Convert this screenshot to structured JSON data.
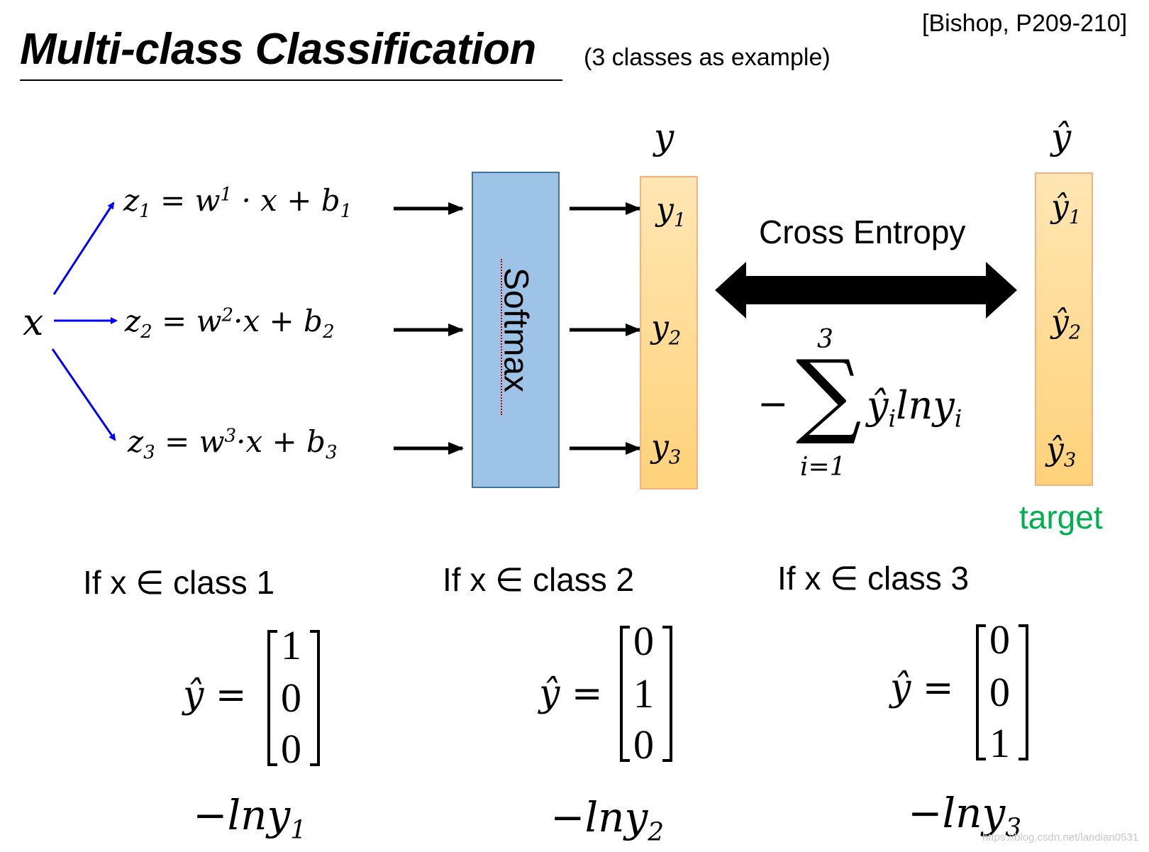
{
  "title": "Multi-class Classification",
  "subtitle": "(3 classes as example)",
  "reference": "[Bishop, P209-210]",
  "input_label": "x",
  "equations": [
    {
      "z": "z",
      "zi": "1",
      "eq": " = w",
      "wsup": "1",
      "rest": " · x + b",
      "bi": "1"
    },
    {
      "z": "z",
      "zi": "2",
      "eq": " = w",
      "wsup": "2",
      "rest": "·x + b",
      "bi": "2"
    },
    {
      "z": "z",
      "zi": "3",
      "eq": " = w",
      "wsup": "3",
      "rest": "·x + b",
      "bi": "3"
    }
  ],
  "softmax_label": "Softmax",
  "output_head": "y",
  "outputs": [
    {
      "base": "y",
      "sub": "1"
    },
    {
      "base": "y",
      "sub": "2"
    },
    {
      "base": "y",
      "sub": "3"
    }
  ],
  "target_head": "ŷ",
  "targets": [
    {
      "base": "ŷ",
      "sub": "1"
    },
    {
      "base": "ŷ",
      "sub": "2"
    },
    {
      "base": "ŷ",
      "sub": "3"
    }
  ],
  "cross_entropy_label": "Cross Entropy",
  "target_label": "target",
  "formula": {
    "minus": "−",
    "sigma": "∑",
    "upper": "3",
    "lower": "i=1",
    "body_base": "ŷ",
    "body_sub": "i",
    "body_mid": "lny",
    "body_sub2": "i"
  },
  "cases": [
    {
      "label": "If x ∈ class 1",
      "vec_lhs": "ŷ =",
      "vector": [
        "1",
        "0",
        "0"
      ],
      "loss_base": "−lny",
      "loss_sub": "1"
    },
    {
      "label": "If x ∈ class 2",
      "vec_lhs": "ŷ =",
      "vector": [
        "0",
        "1",
        "0"
      ],
      "loss_base": "−lny",
      "loss_sub": "2"
    },
    {
      "label": "If x ∈ class 3",
      "vec_lhs": "ŷ =",
      "vector": [
        "0",
        "0",
        "1"
      ],
      "loss_base": "−lny",
      "loss_sub": "3"
    }
  ],
  "watermark": "https://blog.csdn.net/landian0531",
  "colors": {
    "input_arrows": "#0000ff",
    "softmax_fill": "#9dc3e6",
    "output_fill": "#ffd27a",
    "target_text": "#00b050"
  }
}
